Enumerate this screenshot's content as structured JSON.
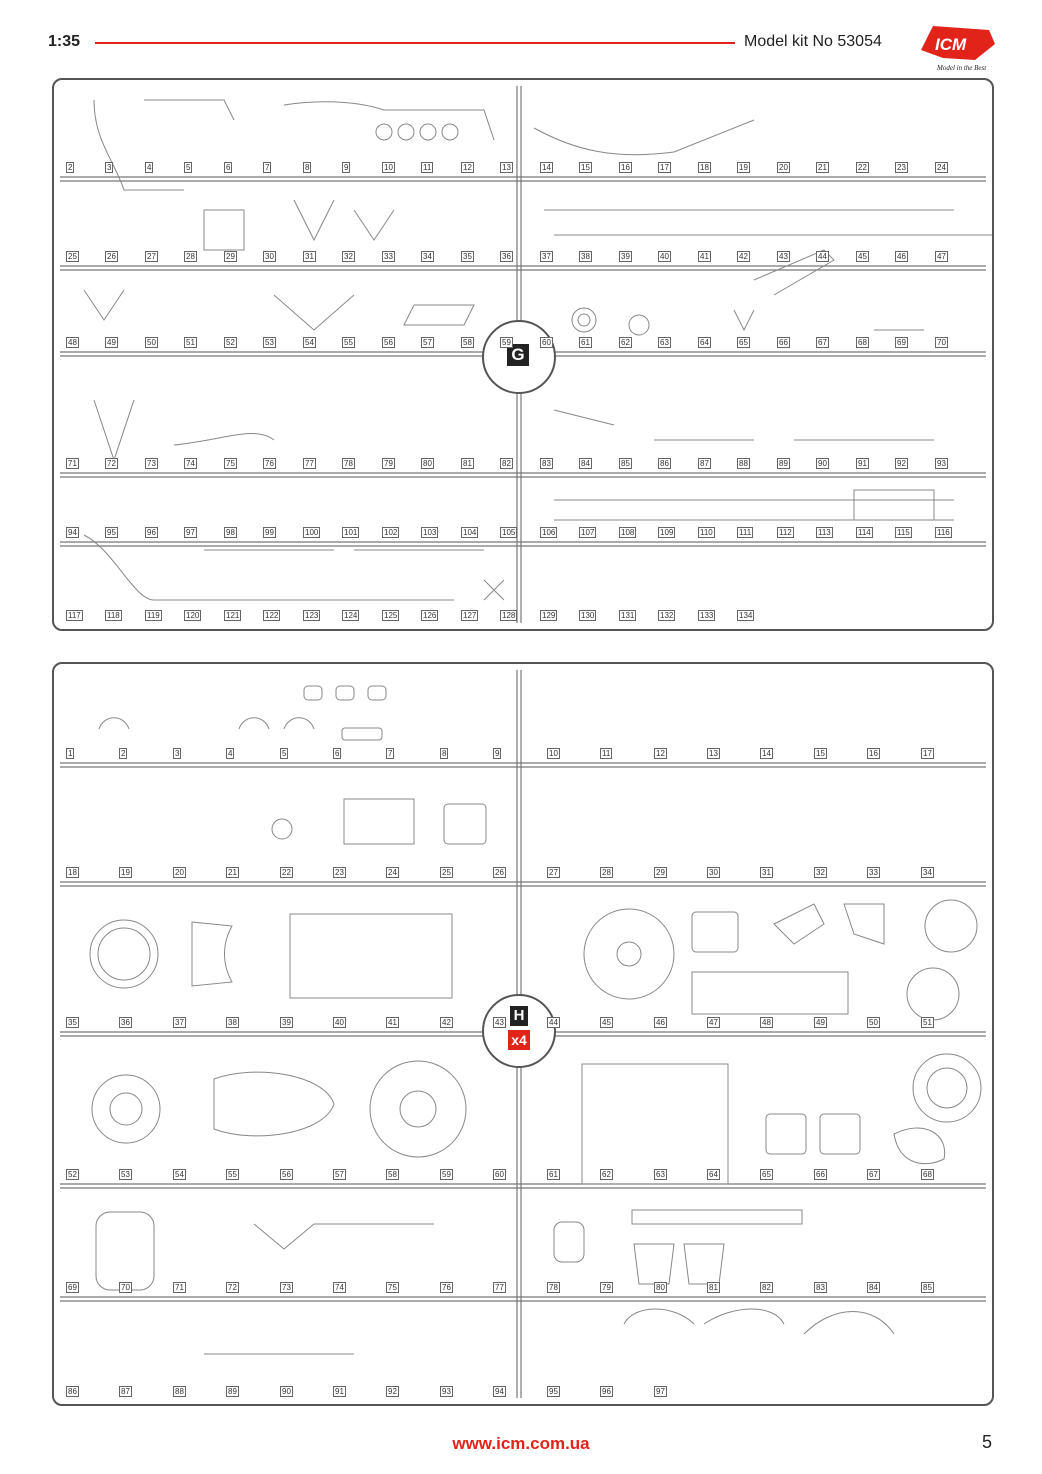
{
  "header": {
    "scale": "1:35",
    "kit_label": "Model kit No 53054",
    "logo_text": "ICM",
    "logo_tagline": "Model in the Best"
  },
  "sprues": [
    {
      "letter": "G",
      "multiplier": "",
      "parts": [
        "2",
        "3",
        "4",
        "5",
        "6",
        "7",
        "8",
        "9",
        "10",
        "11",
        "12",
        "13",
        "14",
        "15",
        "16",
        "17",
        "18",
        "19",
        "20",
        "21",
        "22",
        "23",
        "24",
        "25",
        "26",
        "27",
        "28",
        "29",
        "30",
        "31",
        "32",
        "33",
        "34",
        "35",
        "36",
        "37",
        "38",
        "39",
        "40",
        "41",
        "42",
        "43",
        "44",
        "45",
        "46",
        "47",
        "48",
        "49",
        "50",
        "51",
        "52",
        "53",
        "54",
        "55",
        "56",
        "57",
        "58",
        "59",
        "60",
        "61",
        "62",
        "63",
        "64",
        "65",
        "66",
        "67",
        "68",
        "69",
        "70",
        "71",
        "72",
        "73",
        "74",
        "75",
        "76",
        "77",
        "78",
        "79",
        "80",
        "81",
        "82",
        "83",
        "84",
        "85",
        "86",
        "87",
        "88",
        "89",
        "90",
        "91",
        "92",
        "93",
        "94",
        "95",
        "96",
        "97",
        "98",
        "99",
        "100",
        "101",
        "102",
        "103",
        "104",
        "105",
        "106",
        "107",
        "108",
        "109",
        "110",
        "111",
        "112",
        "113",
        "114",
        "115",
        "116",
        "117",
        "118",
        "119",
        "120",
        "121",
        "122",
        "123",
        "124",
        "125",
        "126",
        "127",
        "128",
        "129",
        "130",
        "131",
        "132",
        "133",
        "134"
      ]
    },
    {
      "letter": "H",
      "multiplier": "x4",
      "parts": [
        "1",
        "2",
        "3",
        "4",
        "5",
        "6",
        "7",
        "8",
        "9",
        "10",
        "11",
        "12",
        "13",
        "14",
        "15",
        "16",
        "17",
        "18",
        "19",
        "20",
        "21",
        "22",
        "23",
        "24",
        "25",
        "26",
        "27",
        "28",
        "29",
        "30",
        "31",
        "32",
        "33",
        "34",
        "35",
        "36",
        "37",
        "38",
        "39",
        "40",
        "41",
        "42",
        "43",
        "44",
        "45",
        "46",
        "47",
        "48",
        "49",
        "50",
        "51",
        "52",
        "53",
        "54",
        "55",
        "56",
        "57",
        "58",
        "59",
        "60",
        "61",
        "62",
        "63",
        "64",
        "65",
        "66",
        "67",
        "68",
        "69",
        "70",
        "71",
        "72",
        "73",
        "74",
        "75",
        "76",
        "77",
        "78",
        "79",
        "80",
        "81",
        "82",
        "83",
        "84",
        "85",
        "86",
        "87",
        "88",
        "89",
        "90",
        "91",
        "92",
        "93",
        "94",
        "95",
        "96",
        "97"
      ]
    }
  ],
  "footer": {
    "url": "www.icm.com.ua",
    "page_number": "5"
  },
  "colors": {
    "accent": "#e2231a",
    "frame": "#555555"
  }
}
